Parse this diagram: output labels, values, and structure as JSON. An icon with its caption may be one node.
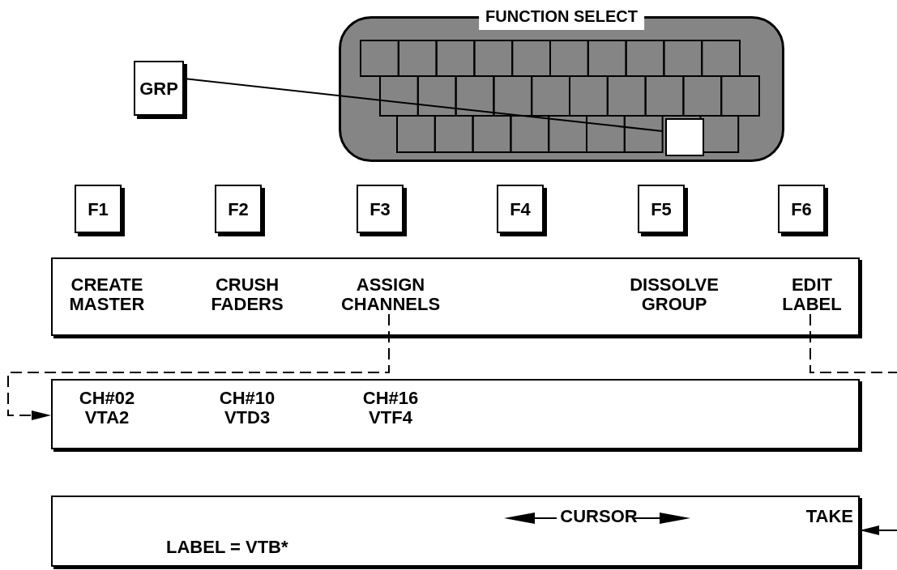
{
  "diagram": {
    "nodes": [
      {
        "text": [
          "FUNCTION SELECT"
        ]
      },
      {
        "text": [],
        "shape": "box",
        "in": 0
      },
      {
        "text": [
          "GRP"
        ]
      },
      {
        "text": [
          "F1"
        ]
      },
      {
        "text": [
          "F2"
        ]
      },
      {
        "text": [
          "F3"
        ]
      },
      {
        "text": [
          "F4"
        ]
      },
      {
        "text": [
          "F5"
        ]
      },
      {
        "text": [
          "F6"
        ]
      },
      {
        "text": [],
        "shape": "box"
      },
      {
        "text": [
          "CREATE MASTER"
        ],
        "in": 9
      },
      {
        "text": [
          "CRUSH FADERS"
        ],
        "in": 9
      },
      {
        "text": [
          "ASSIGN CHANNELS"
        ],
        "in": 9
      },
      {
        "text": [
          "DISSOLVE GROUP"
        ],
        "in": 9
      },
      {
        "text": [
          "EDIT LABEL"
        ],
        "in": 9
      },
      {
        "text": [
          "CH#02 VTA2",
          "CH#10 VTD3",
          "CH#16 VTF4"
        ]
      },
      {
        "text": [
          "CURSOR",
          "TAKE",
          "LABEL = VTB*"
        ]
      }
    ],
    "edges": [
      {
        "from": 2,
        "to": 1,
        "arrow": "none"
      },
      {
        "from": 12,
        "to": 15,
        "arrow": "to",
        "style": "dashed"
      },
      {
        "from": 14,
        "to": null,
        "arrow": "none",
        "style": "dashed"
      },
      {
        "from": null,
        "to": 16,
        "arrow": "to"
      }
    ]
  }
}
